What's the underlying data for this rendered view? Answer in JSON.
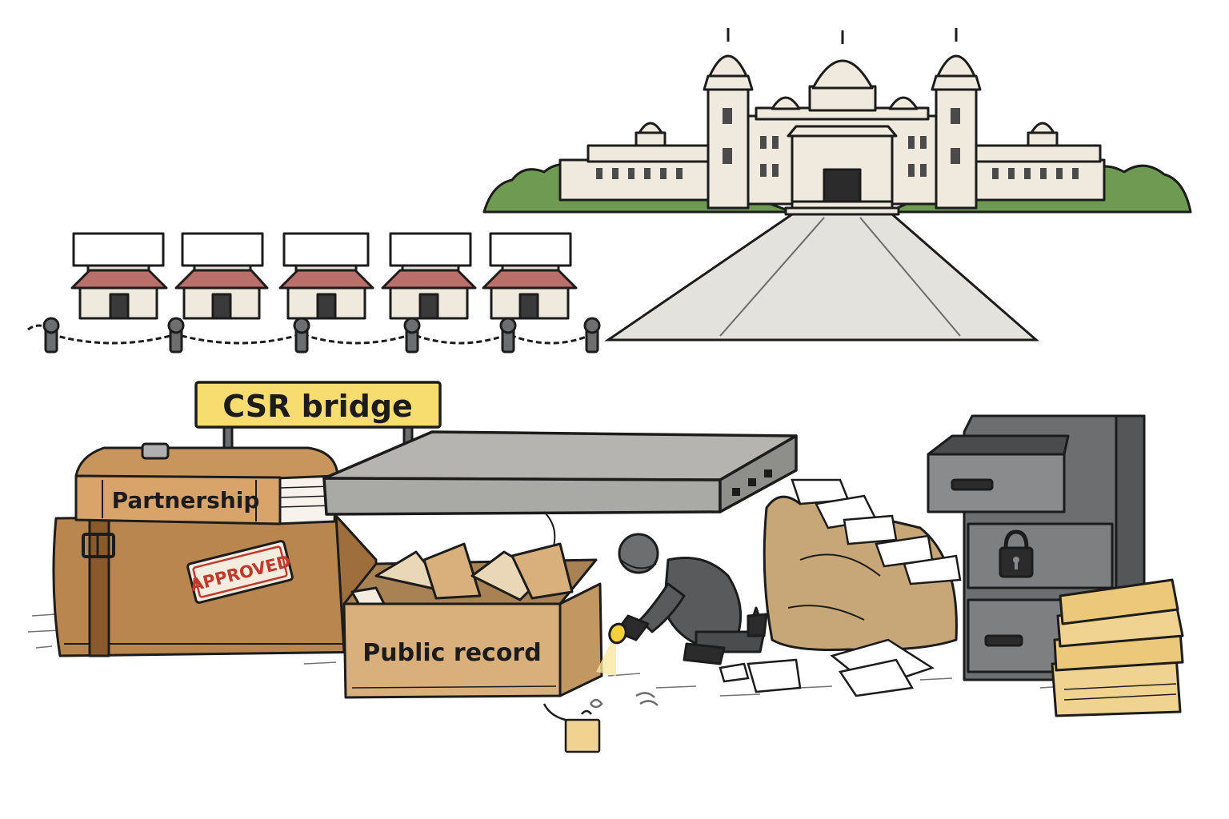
{
  "labels": {
    "sign": "CSR bridge",
    "book": "Partnership",
    "stamp": "APPROVED",
    "box": "Public record"
  },
  "colors": {
    "ink": "#1c1c1c",
    "sign_fill": "#f7dc6f",
    "wood": "#b8864e",
    "cardboard": "#d9b07c",
    "stamp_red": "#c0392b",
    "concrete": "#a9a9a6",
    "cabinet": "#6d6e70",
    "hedge": "#6f9a52",
    "roof": "#b9706a"
  },
  "icons": [
    "padlock-icon",
    "flashlight-icon",
    "paperclip-icon"
  ]
}
